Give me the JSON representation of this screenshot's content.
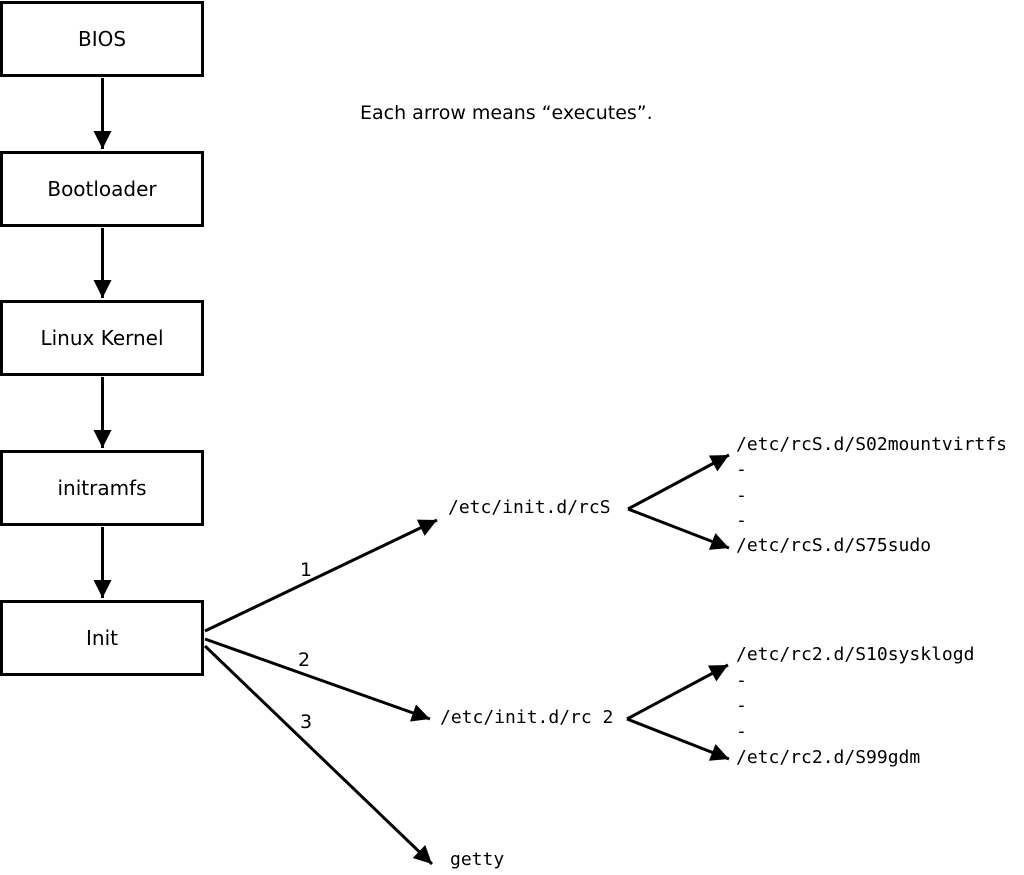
{
  "note": "Each arrow means “executes”.",
  "chain": [
    {
      "label": "BIOS"
    },
    {
      "label": "Bootloader"
    },
    {
      "label": "Linux Kernel"
    },
    {
      "label": "initramfs"
    },
    {
      "label": "Init"
    }
  ],
  "fanout": [
    {
      "order": "1",
      "label": "/etc/init.d/rcS",
      "children": [
        "/etc/rcS.d/S02mountvirtfs",
        "-",
        "-",
        "-",
        "/etc/rcS.d/S75sudo"
      ]
    },
    {
      "order": "2",
      "label": "/etc/init.d/rc 2",
      "children": [
        "/etc/rc2.d/S10sysklogd",
        "-",
        "-",
        "-",
        "/etc/rc2.d/S99gdm"
      ]
    },
    {
      "order": "3",
      "label": "getty"
    }
  ],
  "colors": {
    "line": "#000000",
    "text": "#000000",
    "box_background": "#ffffff",
    "page_background": "#ffffff"
  }
}
